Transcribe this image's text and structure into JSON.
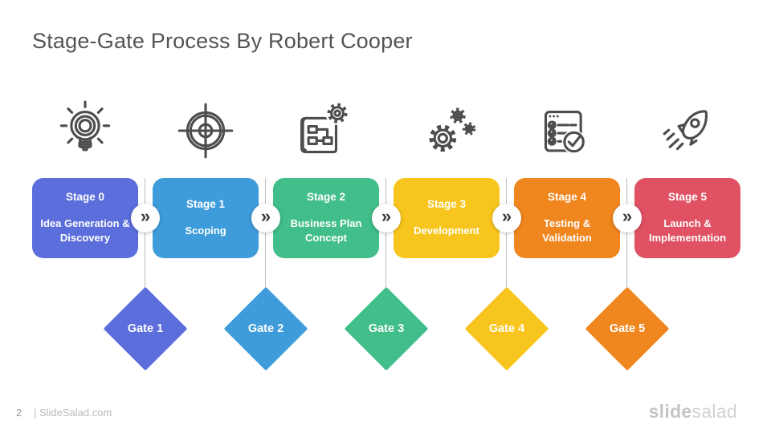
{
  "slide": {
    "title": "Stage-Gate Process By Robert Cooper",
    "background": "#ffffff"
  },
  "stages": [
    {
      "label": "Stage 0",
      "name": "Idea Generation & Discovery",
      "color": "#5B6EDC",
      "icon": "idea-lightbulb-icon"
    },
    {
      "label": "Stage 1",
      "name": "Scoping",
      "color": "#3E9CDA",
      "icon": "target-icon"
    },
    {
      "label": "Stage 2",
      "name": "Business Plan Concept",
      "color": "#41BE8A",
      "icon": "business-plan-blueprint-icon"
    },
    {
      "label": "Stage 3",
      "name": "Development",
      "color": "#F7C51E",
      "icon": "gears-icon"
    },
    {
      "label": "Stage 4",
      "name": "Testing & Validation",
      "color": "#F0861E",
      "icon": "testing-checklist-icon"
    },
    {
      "label": "Stage 5",
      "name": "Launch & Implementation",
      "color": "#E05263",
      "icon": "rocket-launch-icon"
    }
  ],
  "gates": [
    {
      "label": "Gate 1",
      "color": "#5B6EDC"
    },
    {
      "label": "Gate 2",
      "color": "#3E9CDA"
    },
    {
      "label": "Gate 3",
      "color": "#41BE8A"
    },
    {
      "label": "Gate 4",
      "color": "#F7C51E"
    },
    {
      "label": "Gate 5",
      "color": "#F0861E"
    }
  ],
  "connector": {
    "glyph": "»",
    "line_color": "#bdbdbd"
  },
  "footer": {
    "page_number": "2",
    "site": "| SlideSalad.com",
    "logo_bold": "slide",
    "logo_light": "salad"
  }
}
